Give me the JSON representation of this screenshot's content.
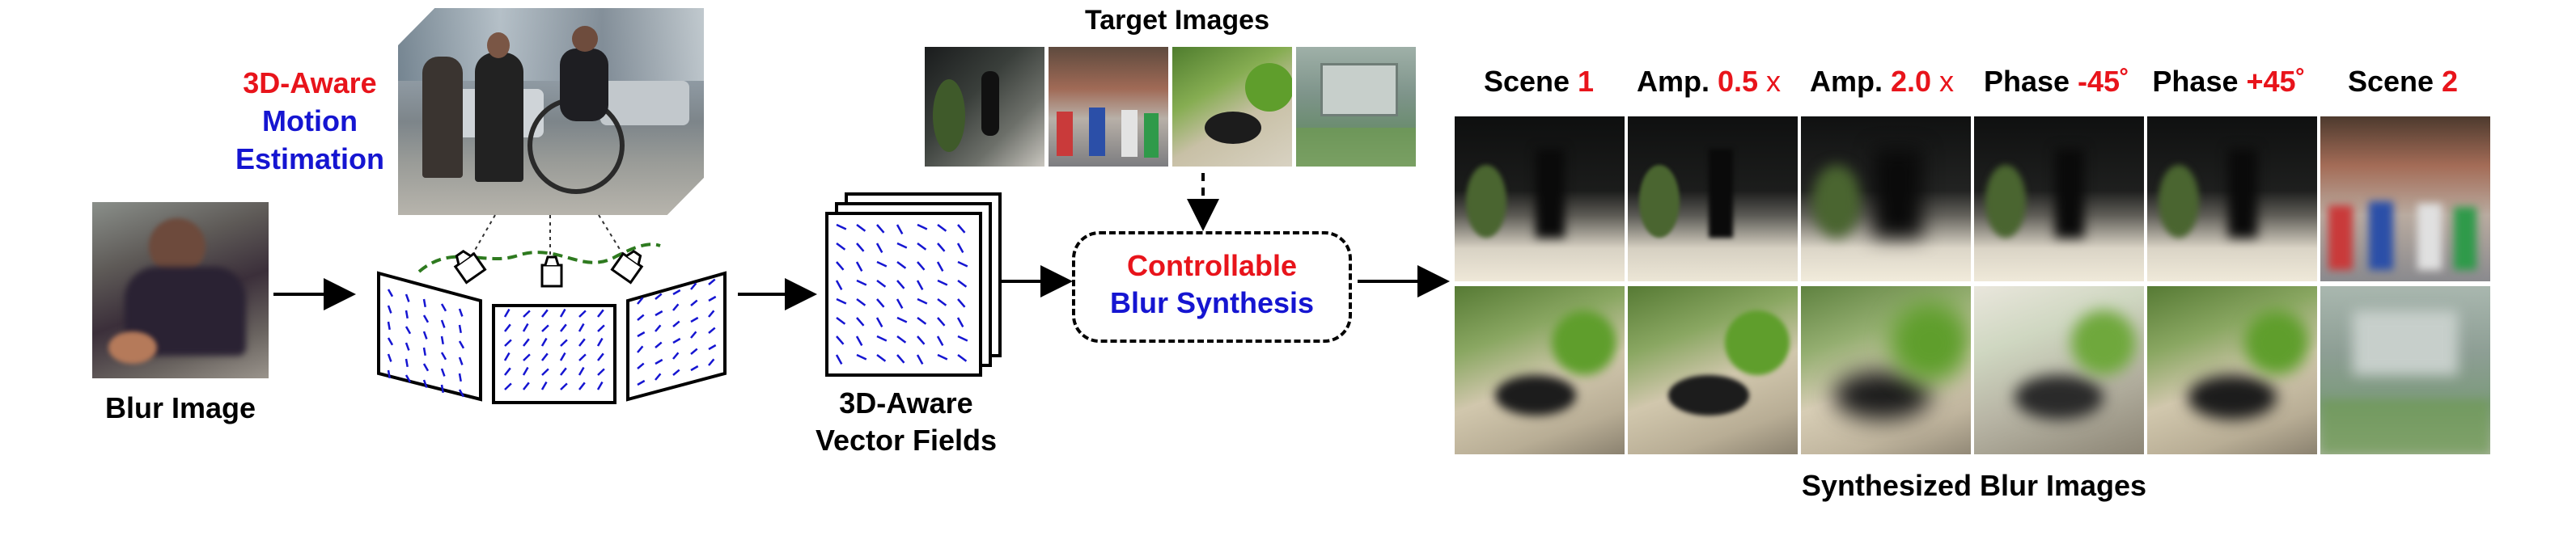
{
  "colors": {
    "red": "#e8141b",
    "blue": "#1515d1",
    "black": "#000000"
  },
  "estimation": {
    "line1": "3D-Aware",
    "line2": "Motion",
    "line3": "Estimation"
  },
  "blur_image": {
    "label": "Blur Image"
  },
  "vector_fields": {
    "line1": "3D-Aware",
    "line2": "Vector Fields"
  },
  "target_images": {
    "title": "Target Images"
  },
  "synthesis": {
    "line1": "Controllable",
    "line2": "Blur Synthesis"
  },
  "columns": [
    {
      "base": "Scene ",
      "accent": "1",
      "suffix": ""
    },
    {
      "base": "Amp. ",
      "accent": "0.5",
      "suffix": " x"
    },
    {
      "base": "Amp. ",
      "accent": "2.0",
      "suffix": " x"
    },
    {
      "base": "Phase ",
      "accent": "-45",
      "suffix": "˚"
    },
    {
      "base": "Phase ",
      "accent": "+45",
      "suffix": "˚"
    },
    {
      "base": "Scene ",
      "accent": "2",
      "suffix": ""
    }
  ],
  "synthesized": {
    "caption": "Synthesized Blur Images"
  }
}
